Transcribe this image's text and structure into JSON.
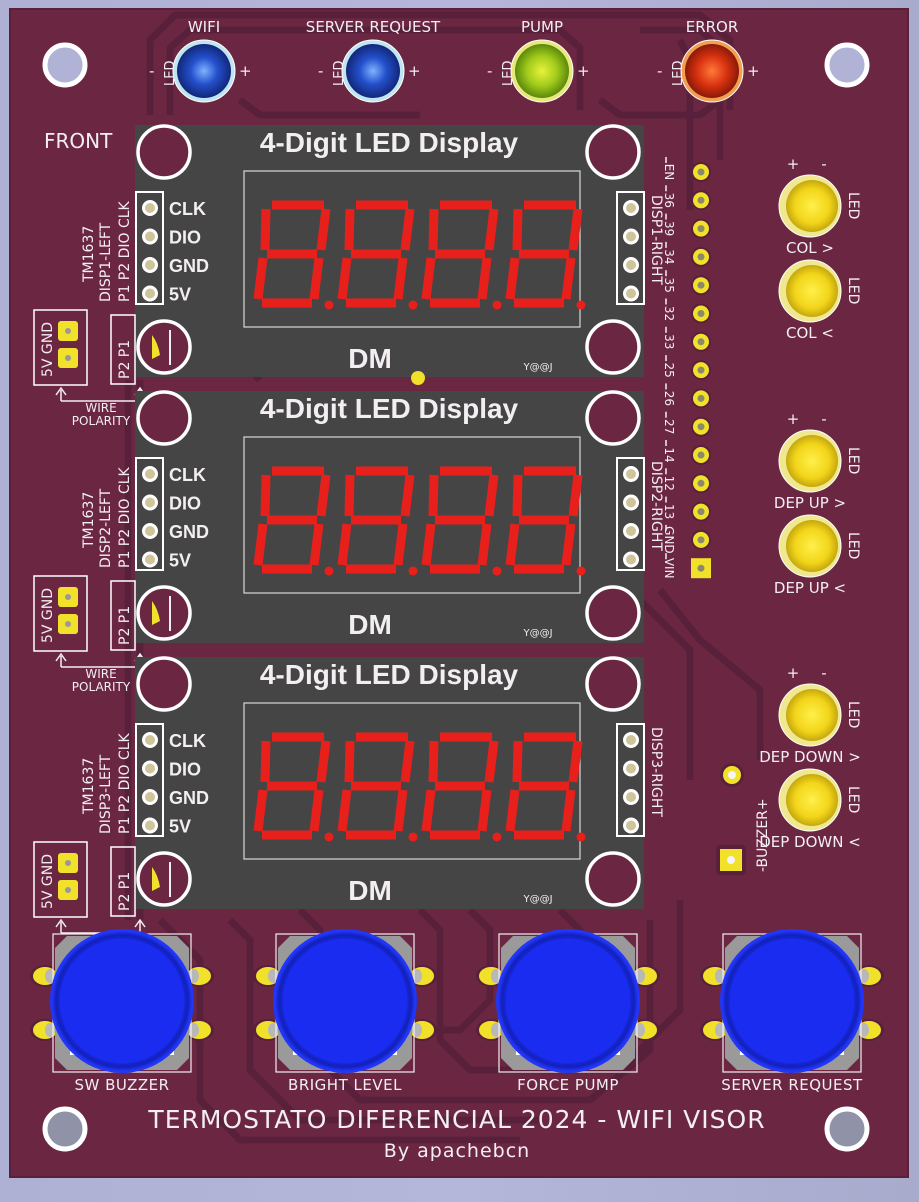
{
  "board": {
    "side_label": "FRONT",
    "title": "TERMOSTATO DIFERENCIAL 2024 - WIFI VISOR",
    "author": "By apachebcn",
    "colors": {
      "substrate": "#6b2742",
      "trace": "#5a1f3a",
      "silkscreen": "#f3eef2",
      "module": "#454545",
      "segment_red": "#e8201c",
      "pad_gold": "#f2e12a",
      "button_blue": "#1a2cf0",
      "background": "#b0b2d6"
    }
  },
  "status_leds": [
    {
      "label": "WIFI",
      "part": "LED",
      "minus": "-",
      "plus": "+",
      "color": "#2a55d8"
    },
    {
      "label": "SERVER REQUEST",
      "part": "LED",
      "minus": "-",
      "plus": "+",
      "color": "#2a55d8"
    },
    {
      "label": "PUMP",
      "part": "LED",
      "minus": "-",
      "plus": "+",
      "color": "#a6d41a"
    },
    {
      "label": "ERROR",
      "part": "LED",
      "minus": "-",
      "plus": "+",
      "color": "#e03a12"
    }
  ],
  "displays": [
    {
      "title": "4-Digit LED Display",
      "brand": "DM",
      "mark": "Y@@J",
      "digits": "8.8.8.8.",
      "pins": [
        "CLK",
        "DIO",
        "GND",
        "5V"
      ],
      "chip": "TM1637",
      "left_name": "DISP1-LEFT",
      "left_pin_order": "P1 P2 DIO CLK",
      "right_name": "DISP1-RIGHT",
      "power_label": "5V GND",
      "polarity_label": "P2 P1"
    },
    {
      "title": "4-Digit LED Display",
      "brand": "DM",
      "mark": "Y@@J",
      "digits": "8.8.8.8.",
      "pins": [
        "CLK",
        "DIO",
        "GND",
        "5V"
      ],
      "chip": "TM1637",
      "left_name": "DISP2-LEFT",
      "left_pin_order": "P1 P2 DIO CLK",
      "right_name": "DISP2-RIGHT",
      "power_label": "5V GND",
      "polarity_label": "P2 P1"
    },
    {
      "title": "4-Digit LED Display",
      "brand": "DM",
      "mark": "Y@@J",
      "digits": "8.8.8.8.",
      "pins": [
        "CLK",
        "DIO",
        "GND",
        "5V"
      ],
      "chip": "TM1637",
      "left_name": "DISP3-LEFT",
      "left_pin_order": "P1 P2 DIO CLK",
      "right_name": "DISP3-RIGHT",
      "power_label": "5V GND",
      "polarity_label": "P2 P1"
    }
  ],
  "wire_polarity_label": [
    "WIRE",
    "POLARITY"
  ],
  "esp32_header": {
    "pins": [
      "EN",
      "36",
      "39",
      "34",
      "35",
      "32",
      "33",
      "25",
      "26",
      "27",
      "14",
      "12",
      "13",
      "GND",
      "VIN"
    ]
  },
  "indicator_leds": [
    {
      "label": "COL >",
      "part": "LED",
      "plus": "+",
      "minus": "-"
    },
    {
      "label": "COL <",
      "part": "LED"
    },
    {
      "label": "DEP UP >",
      "part": "LED",
      "plus": "+",
      "minus": "-"
    },
    {
      "label": "DEP UP <",
      "part": "LED"
    },
    {
      "label": "DEP DOWN >",
      "part": "LED",
      "plus": "+",
      "minus": "-"
    },
    {
      "label": "DEP DOWN <",
      "part": "LED"
    }
  ],
  "buzzer": {
    "label": "-BUZZER+"
  },
  "buttons": [
    {
      "label": "SW BUZZER"
    },
    {
      "label": "BRIGHT LEVEL"
    },
    {
      "label": "FORCE PUMP"
    },
    {
      "label": "SERVER REQUEST"
    }
  ]
}
